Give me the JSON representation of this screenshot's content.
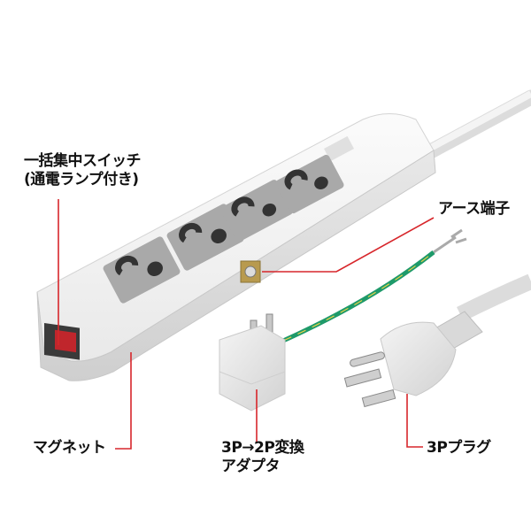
{
  "product": {
    "name": "power-strip-4-outlet-magnetic",
    "outlet_count": 4
  },
  "callouts": {
    "switch": {
      "line1": "一括集中スイッチ",
      "line2": "(通電ランプ付き)"
    },
    "earth_terminal": {
      "text": "アース端子"
    },
    "magnet": {
      "text": "マグネット"
    },
    "adapter": {
      "line1": "3P→2P変換",
      "line2": "アダプタ"
    },
    "plug": {
      "text": "3Pプラグ"
    }
  },
  "colors": {
    "callout_line": "#d7262b",
    "body": "#f2f2f2",
    "outlet_plate": "#a9a9a9",
    "ground_wire": "#1e9a6a",
    "switch": "#c0262c",
    "terminal": "#b89a4e"
  }
}
